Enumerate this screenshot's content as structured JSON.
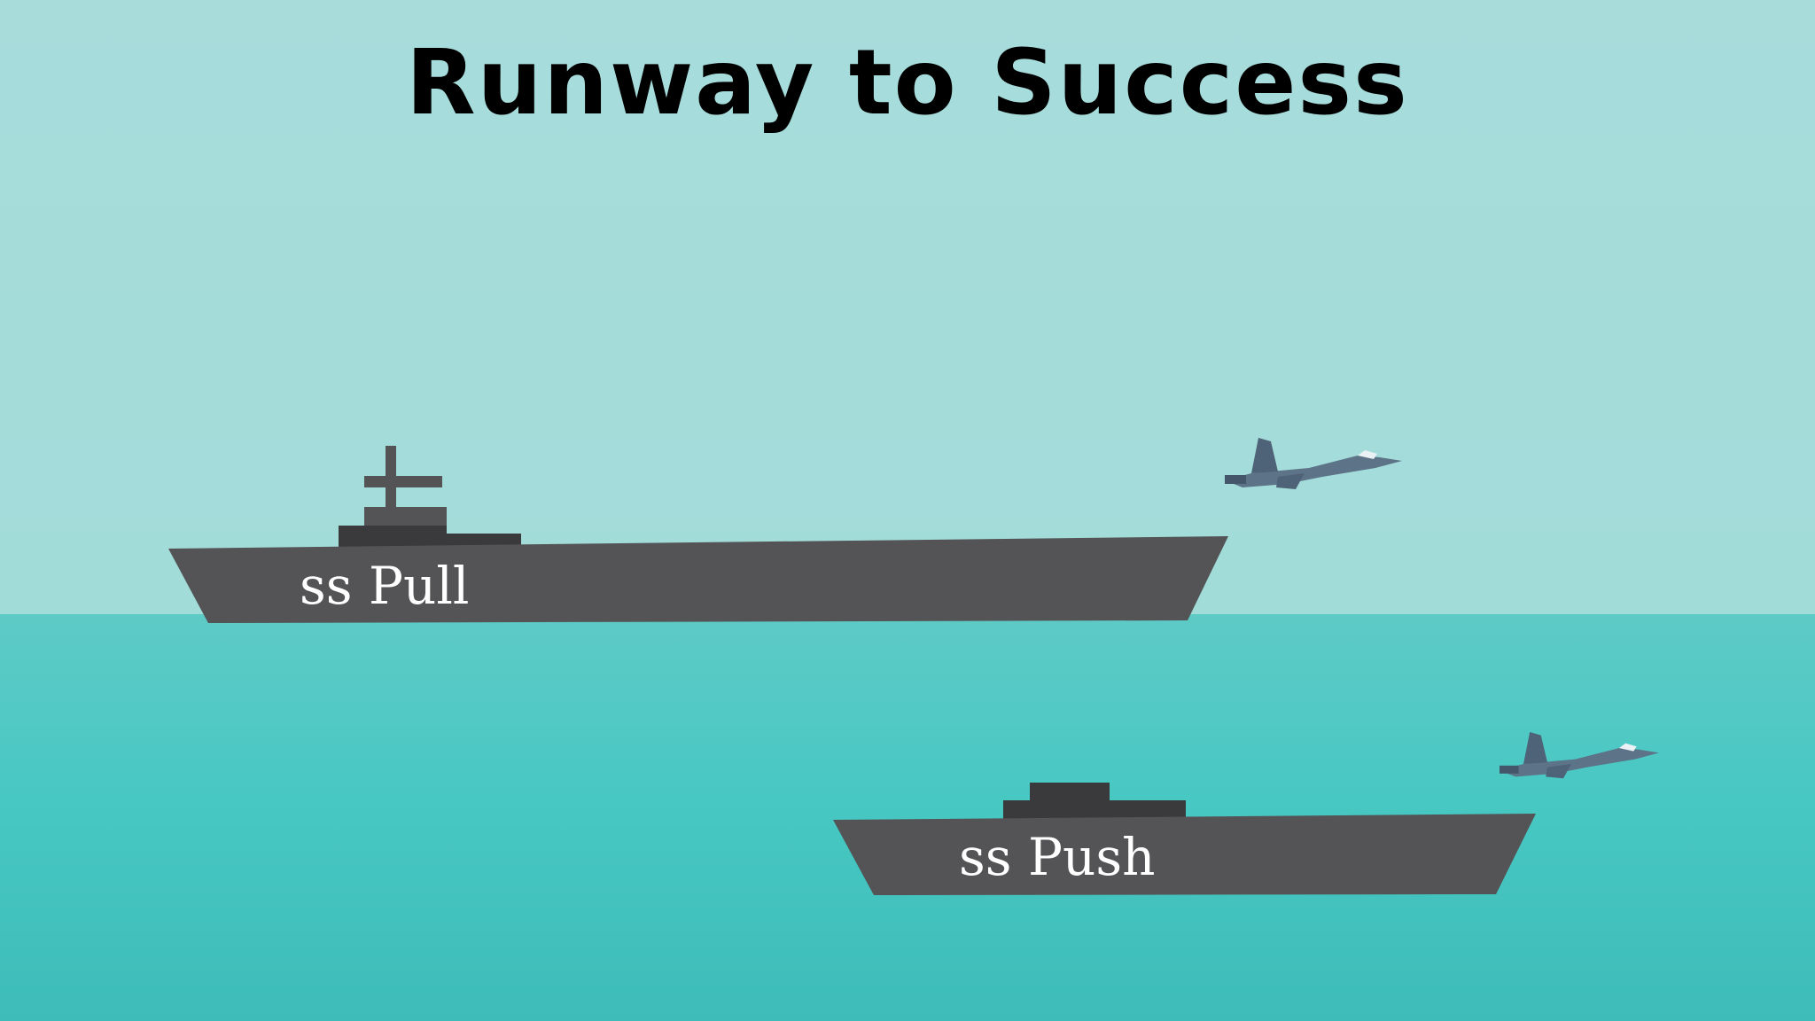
{
  "title": "Runway to Success",
  "ships": [
    {
      "name": "ss Pull"
    },
    {
      "name": "ss Push"
    }
  ],
  "colors": {
    "sky": "#a5dcd9",
    "sea": "#48c8c3",
    "ship_hull": "#545355",
    "ship_dark": "#3a393b",
    "jet": "#5d7388",
    "title": "#000000",
    "label": "#ffffff"
  },
  "icons": [
    "aircraft-carrier-icon",
    "fighter-jet-icon"
  ]
}
